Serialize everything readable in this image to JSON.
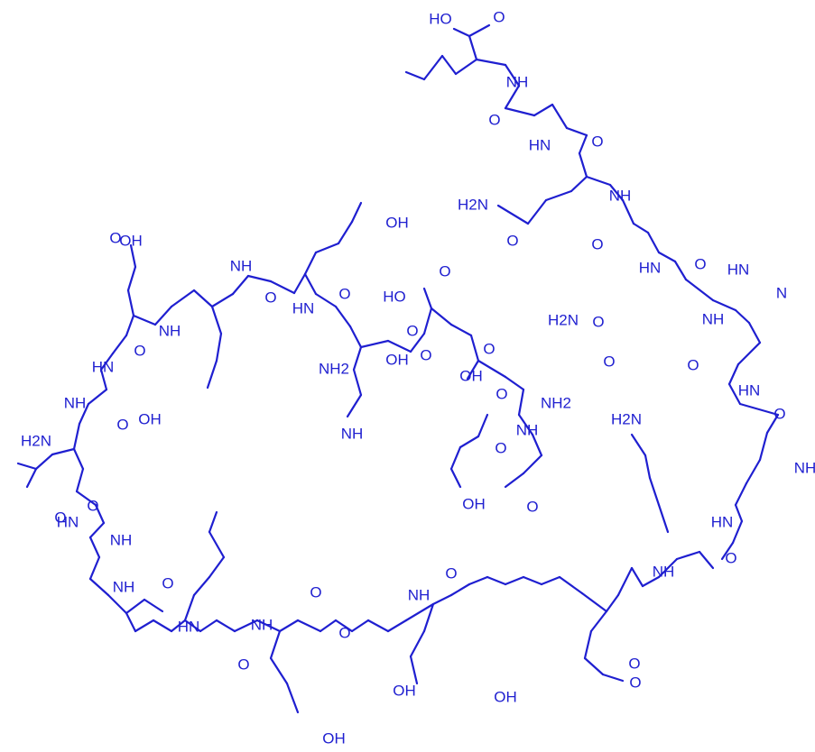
{
  "structure": {
    "color": "#1f1fd0",
    "labels": [
      "HO",
      "O",
      "NH",
      "O",
      "HN",
      "O",
      "H2N",
      "O",
      "NH",
      "O",
      "HN",
      "O",
      "HN",
      "N",
      "O",
      "OH",
      "O",
      "OH",
      "HO",
      "O",
      "H2N",
      "O",
      "NH",
      "O",
      "NH",
      "HN",
      "O",
      "NH",
      "O",
      "NH2",
      "NH",
      "O",
      "HN",
      "O",
      "OH",
      "O",
      "O",
      "H2N",
      "OH",
      "HN",
      "O",
      "NH",
      "O",
      "NH2",
      "H2N",
      "NH",
      "NH",
      "OH",
      "O",
      "OH",
      "HN",
      "O",
      "NH",
      "O",
      "O",
      "HN",
      "O",
      "O",
      "NH",
      "NH",
      "HN",
      "O",
      "O",
      "NH",
      "O",
      "NH",
      "O",
      "O",
      "OH",
      "O",
      "OH",
      "O",
      "OH"
    ]
  }
}
